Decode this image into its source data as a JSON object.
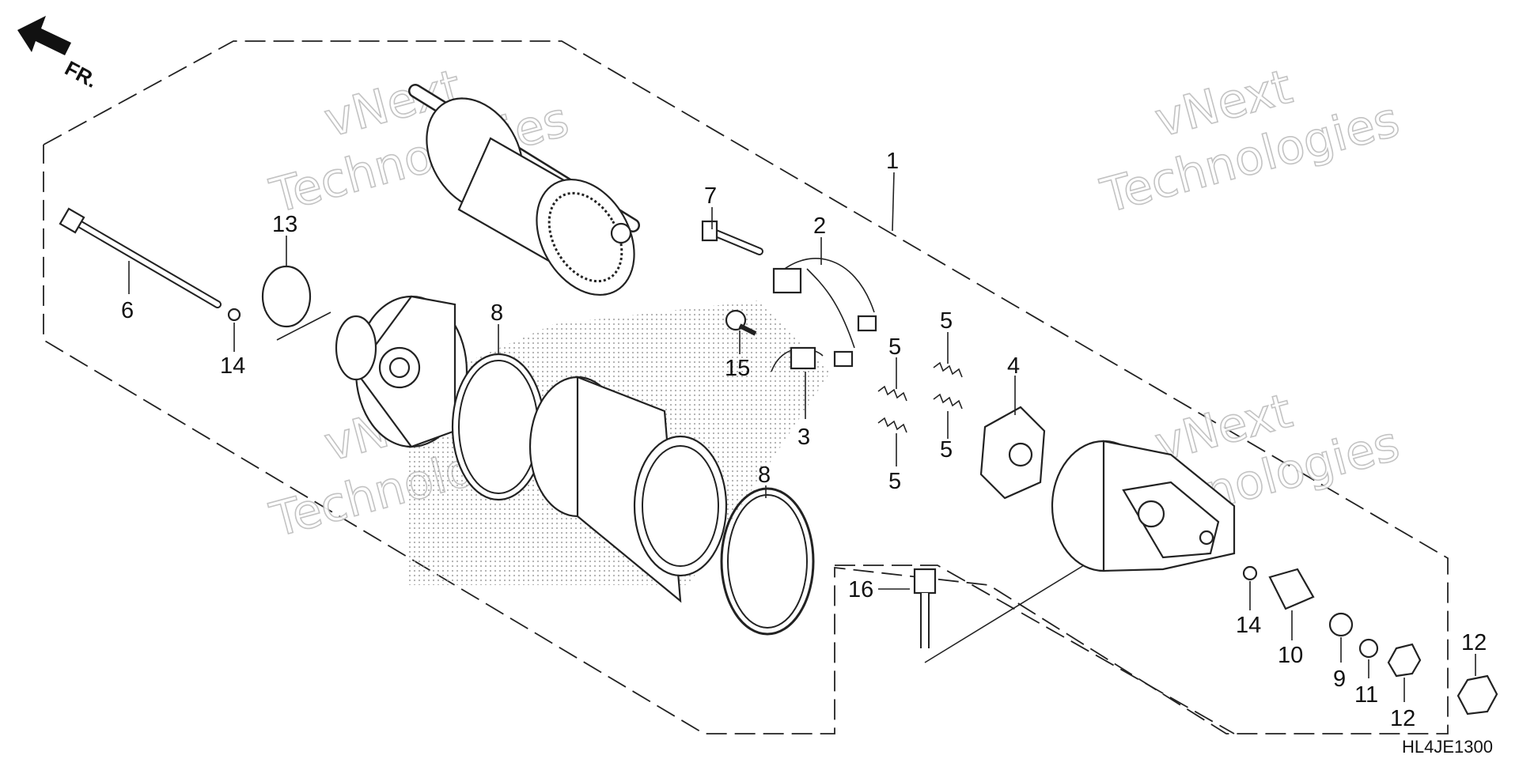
{
  "diagram": {
    "direction_indicator": "FR.",
    "diagram_code": "HL4JE1300",
    "watermark": {
      "line1": "vNext",
      "line2": "Technologies"
    },
    "callouts": [
      "1",
      "2",
      "3",
      "4",
      "5",
      "5",
      "5",
      "5",
      "6",
      "7",
      "8",
      "8",
      "9",
      "10",
      "11",
      "12",
      "12",
      "13",
      "14",
      "14",
      "15",
      "16"
    ]
  }
}
